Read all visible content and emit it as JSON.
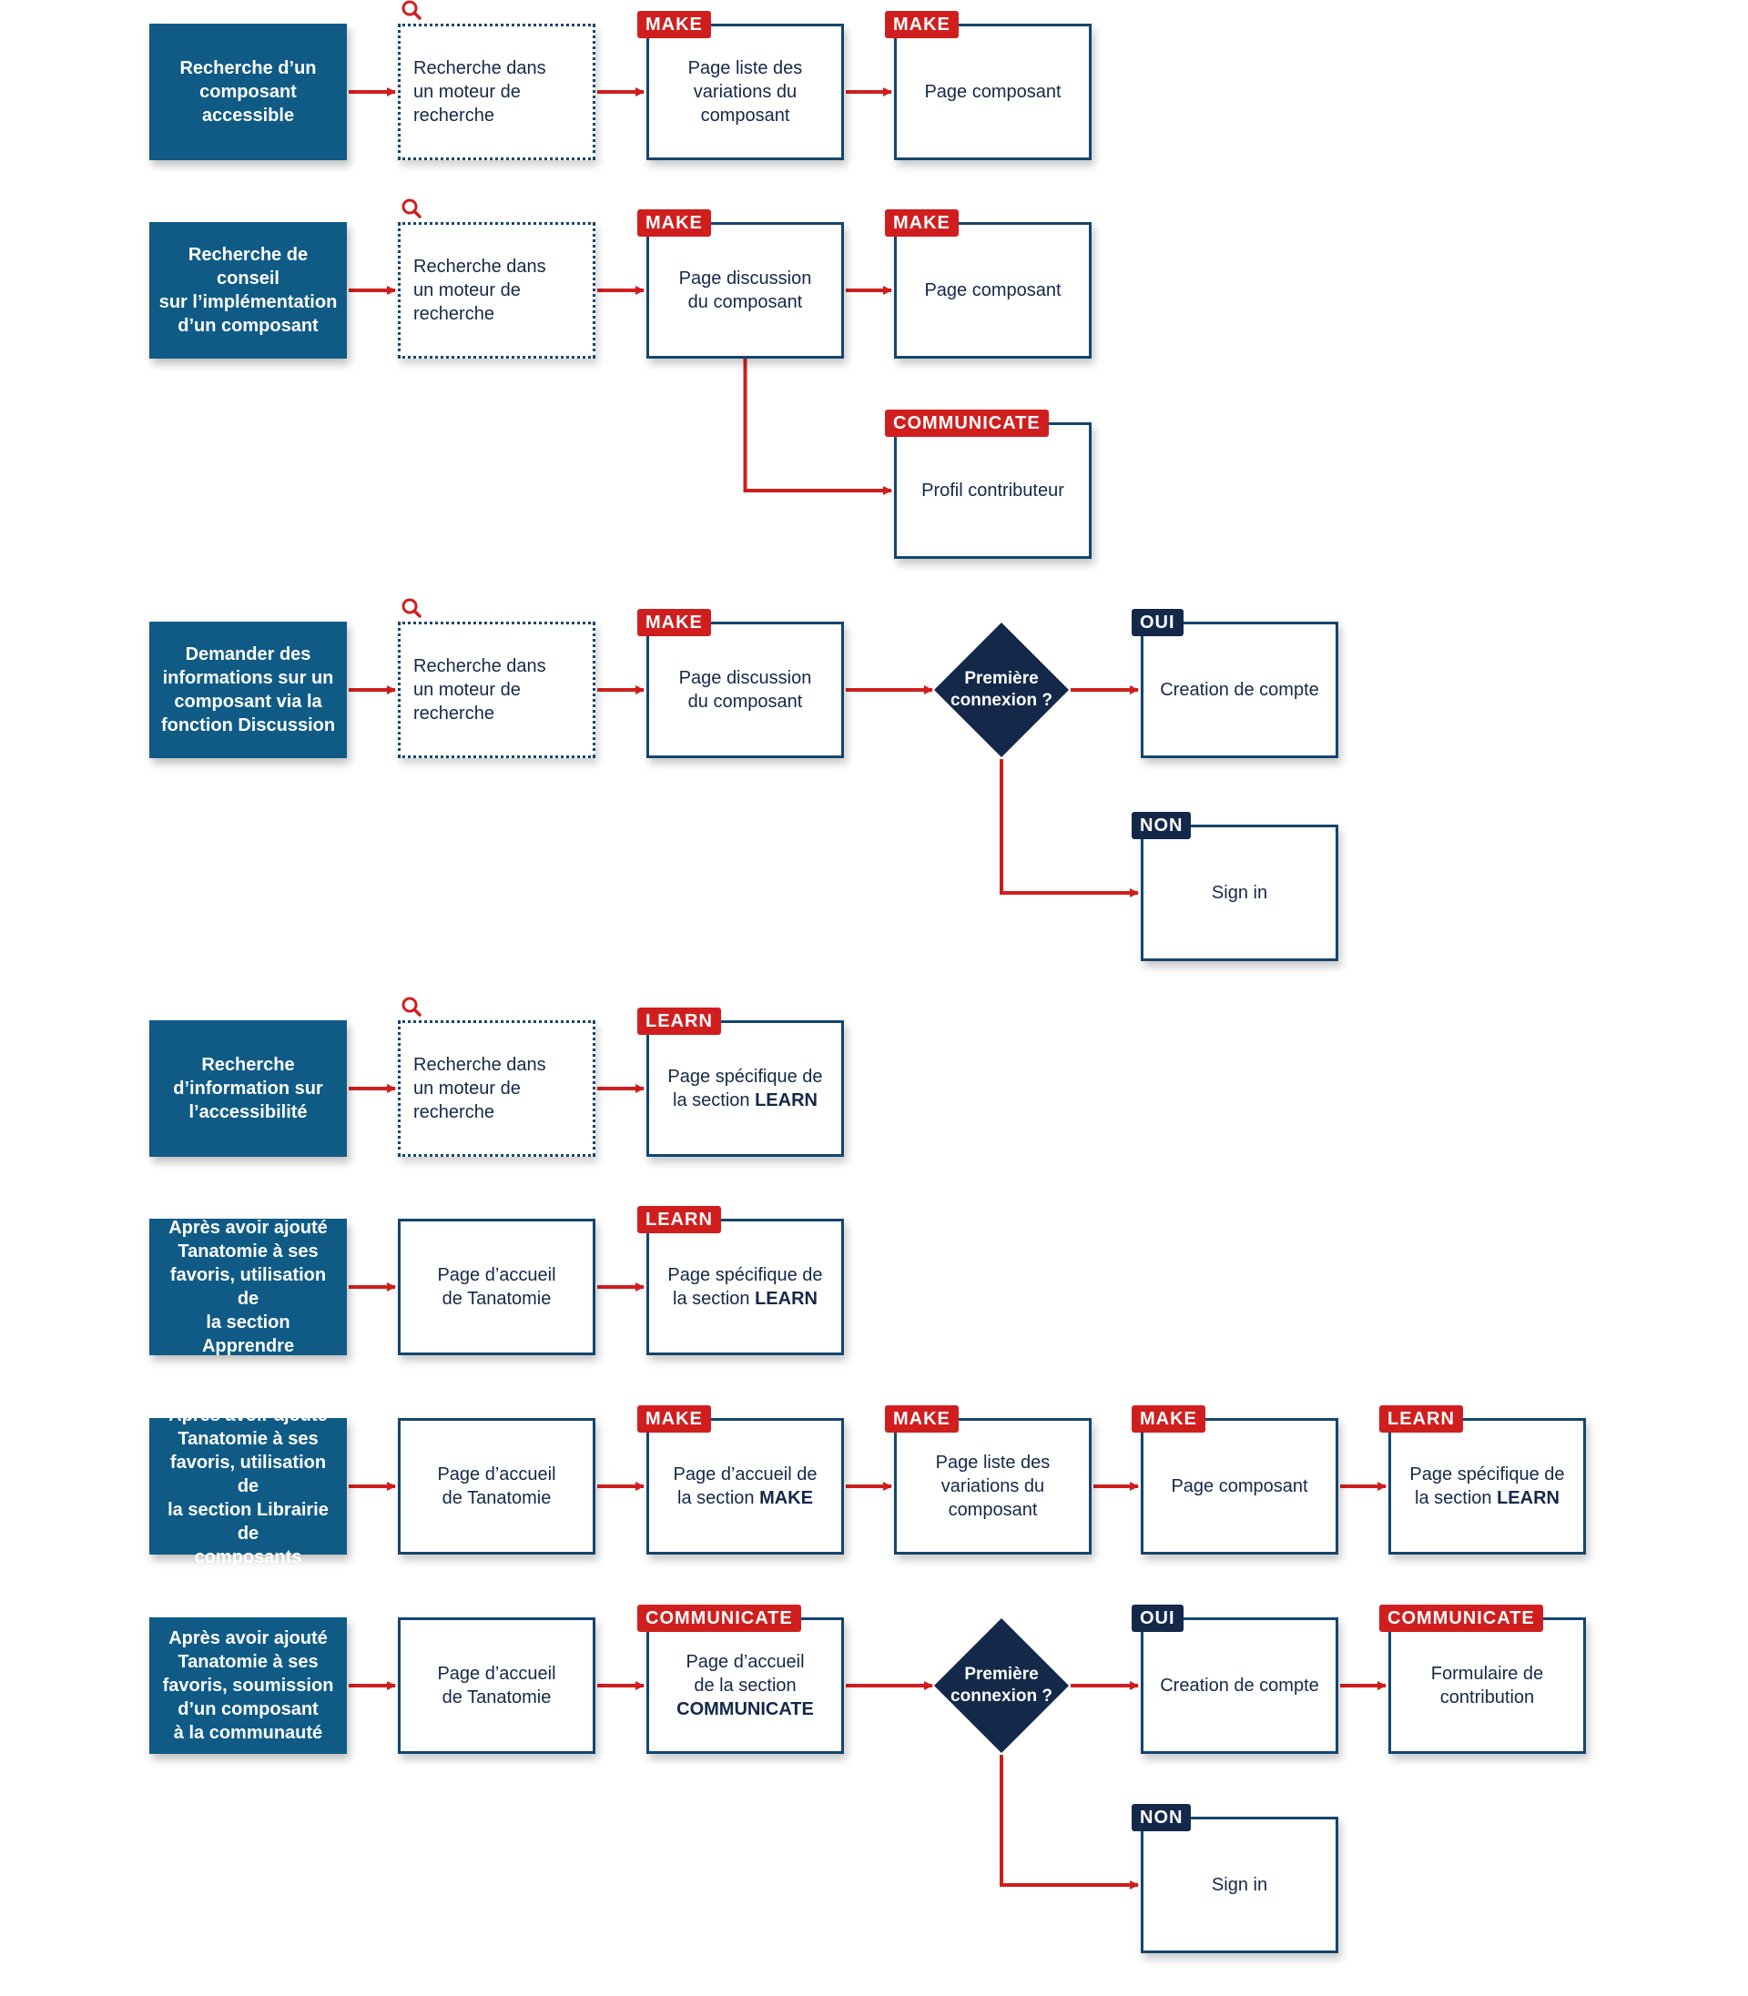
{
  "colors": {
    "navy": "#14284a",
    "teal": "#0f5b86",
    "border": "#14456e",
    "red": "#d01e1e"
  },
  "icons": {
    "search": "magnifier-icon"
  },
  "flows": [
    {
      "start": "Recherche d’un\ncomposant accessible",
      "search": "Recherche dans\nun moteur de\nrecherche",
      "list_page": {
        "tag": "MAKE",
        "text": "Page liste des\nvariations du\ncomposant"
      },
      "component_page": {
        "tag": "MAKE",
        "text": "Page composant"
      }
    },
    {
      "start": "Recherche de conseil\nsur l’implémentation\nd’un composant",
      "search": "Recherche dans\nun moteur de\nrecherche",
      "discussion_page": {
        "tag": "MAKE",
        "text": "Page discussion\ndu composant"
      },
      "component_page": {
        "tag": "MAKE",
        "text": "Page composant"
      },
      "profile": {
        "tag": "COMMUNICATE",
        "text": "Profil contributeur"
      }
    },
    {
      "start": "Demander des\ninformations sur un\ncomposant via la\nfonction Discussion",
      "search": "Recherche dans\nun moteur de\nrecherche",
      "discussion_page": {
        "tag": "MAKE",
        "text": "Page discussion\ndu composant"
      },
      "decision": "Première\nconnexion ?",
      "yes": {
        "tag": "OUI",
        "text": "Creation de compte"
      },
      "no": {
        "tag": "NON",
        "text": "Sign in"
      }
    },
    {
      "start": "Recherche\nd’information sur\nl’accessibilité",
      "search": "Recherche dans\nun moteur de\nrecherche",
      "learn_page": {
        "tag": "LEARN",
        "text": "Page spécifique de\nla section ",
        "keyword": "LEARN"
      }
    },
    {
      "start": "Après avoir ajouté\nTanatomie à ses\nfavoris, utilisation de\nla section Apprendre",
      "home": "Page d’accueil\nde Tanatomie",
      "learn_page": {
        "tag": "LEARN",
        "text": "Page spécifique de\nla section ",
        "keyword": "LEARN"
      }
    },
    {
      "start": "Après avoir ajouté\nTanatomie à ses\nfavoris, utilisation de\nla section Librairie de\ncomposants",
      "home": "Page d’accueil\nde Tanatomie",
      "make_home": {
        "tag": "MAKE",
        "text": "Page d’accueil de\nla section ",
        "keyword": "MAKE"
      },
      "list_page": {
        "tag": "MAKE",
        "text": "Page liste des\nvariations du\ncomposant"
      },
      "component_page": {
        "tag": "MAKE",
        "text": "Page composant"
      },
      "learn_page": {
        "tag": "LEARN",
        "text": "Page spécifique de\nla section ",
        "keyword": "LEARN"
      }
    },
    {
      "start": "Après avoir ajouté\nTanatomie à ses\nfavoris, soumission\nd’un composant\nà la communauté",
      "home": "Page d’accueil\nde Tanatomie",
      "communicate_home": {
        "tag": "COMMUNICATE",
        "text": "Page d’accueil\nde la section\n",
        "keyword": "COMMUNICATE"
      },
      "decision": "Première\nconnexion ?",
      "yes": {
        "tag": "OUI",
        "text": "Creation de compte"
      },
      "form": {
        "tag": "COMMUNICATE",
        "text": "Formulaire de\ncontribution"
      },
      "no": {
        "tag": "NON",
        "text": "Sign in"
      }
    }
  ]
}
